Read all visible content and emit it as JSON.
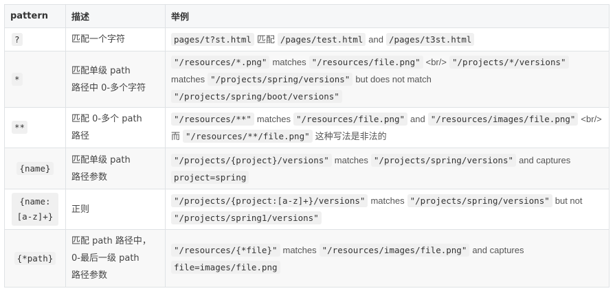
{
  "table": {
    "headers": [
      "pattern",
      "描述",
      "举例"
    ],
    "rows": [
      {
        "pattern": "?",
        "desc": [
          "匹配一个字符"
        ],
        "example": [
          {
            "t": "code",
            "v": "pages/t?st.html"
          },
          {
            "t": "text",
            "v": "匹配"
          },
          {
            "t": "code",
            "v": "/pages/test.html"
          },
          {
            "t": "text",
            "v": "and"
          },
          {
            "t": "code",
            "v": "/pages/t3st.html"
          }
        ]
      },
      {
        "pattern": "*",
        "desc": [
          "匹配单级 path",
          "路径中 0-多个字符"
        ],
        "example": [
          {
            "t": "code",
            "v": "\"/resources/*.png\""
          },
          {
            "t": "text",
            "v": "matches"
          },
          {
            "t": "code",
            "v": "\"/resources/file.png\""
          },
          {
            "t": "text",
            "v": "<br/>"
          },
          {
            "t": "code",
            "v": "\"/projects/*/versions\""
          },
          {
            "t": "text",
            "v": "matches"
          },
          {
            "t": "code",
            "v": "\"/projects/spring/versions\""
          },
          {
            "t": "text",
            "v": "but does not match"
          },
          {
            "t": "code",
            "v": "\"/projects/spring/boot/versions\""
          }
        ]
      },
      {
        "pattern": "**",
        "desc": [
          "匹配 0-多个 path",
          "路径"
        ],
        "example": [
          {
            "t": "code",
            "v": "\"/resources/**\""
          },
          {
            "t": "text",
            "v": "matches"
          },
          {
            "t": "code",
            "v": "\"/resources/file.png\""
          },
          {
            "t": "text",
            "v": "and"
          },
          {
            "t": "code",
            "v": "\"/resources/images/file.png\""
          },
          {
            "t": "text",
            "v": "<br/> 而"
          },
          {
            "t": "code",
            "v": "\"/resources/**/file.png\""
          },
          {
            "t": "text",
            "v": "这种写法是非法的"
          }
        ]
      },
      {
        "pattern": "{name}",
        "desc": [
          "匹配单级 path",
          "路径参数"
        ],
        "example": [
          {
            "t": "code",
            "v": "\"/projects/{project}/versions\""
          },
          {
            "t": "text",
            "v": "matches"
          },
          {
            "t": "code",
            "v": "\"/projects/spring/versions\""
          },
          {
            "t": "text",
            "v": "and captures"
          },
          {
            "t": "code",
            "v": "project=spring"
          }
        ]
      },
      {
        "pattern": "{name:[a-z]+}",
        "desc": [
          "正则"
        ],
        "example": [
          {
            "t": "code",
            "v": "\"/projects/{project:[a-z]+}/versions\""
          },
          {
            "t": "text",
            "v": "matches"
          },
          {
            "t": "code",
            "v": "\"/projects/spring/versions\""
          },
          {
            "t": "text",
            "v": "but not"
          },
          {
            "t": "code",
            "v": "\"/projects/spring1/versions\""
          }
        ]
      },
      {
        "pattern": "{*path}",
        "desc": [
          "匹配 path 路径中，",
          "0-最后一级 path",
          "路径参数"
        ],
        "example": [
          {
            "t": "code",
            "v": "\"/resources/{*file}\""
          },
          {
            "t": "text",
            "v": "matches"
          },
          {
            "t": "code",
            "v": "\"/resources/images/file.png\""
          },
          {
            "t": "text",
            "v": "and captures"
          },
          {
            "t": "code",
            "v": "file=images/file.png"
          }
        ]
      }
    ]
  }
}
